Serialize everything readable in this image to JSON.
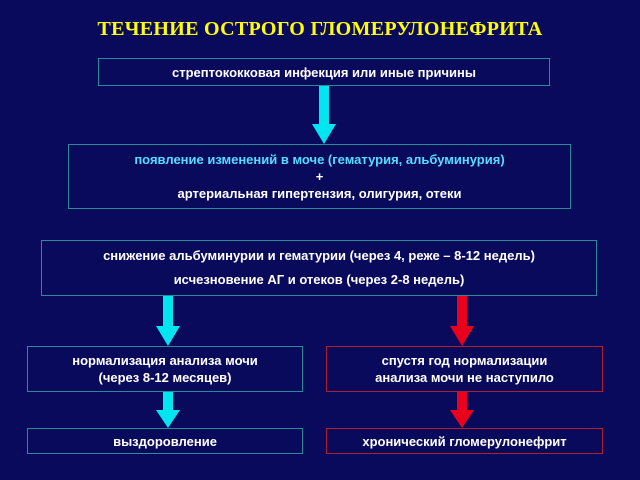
{
  "title": "ТЕЧЕНИЕ ОСТРОГО ГЛОМЕРУЛОНЕФРИТА",
  "colors": {
    "background": "#0a0a5c",
    "title": "#ffff00",
    "box_border": "#2a8a9a",
    "box_border_red": "#b0202c",
    "arrow_cyan": "#00e5f0",
    "arrow_red": "#e8001c"
  },
  "boxes": {
    "infection": {
      "lines": [
        "стрептококковая инфекция или иные причины"
      ]
    },
    "urine_changes": {
      "lines": [
        "появление изменений в моче (гематурия, альбуминурия)",
        "+",
        "артериальная гипертензия, олигурия, отеки"
      ]
    },
    "reduction": {
      "lines": [
        "снижение альбуминурии и гематурии (через 4, реже – 8-12 недель)",
        "исчезновение АГ и отеков (через 2-8 недель)"
      ]
    },
    "normalization": {
      "lines": [
        "нормализация анализа мочи",
        "(через 8-12 месяцев)"
      ]
    },
    "no_normalization": {
      "lines": [
        "спустя год нормализации",
        "анализа мочи не наступило"
      ]
    },
    "recovery": {
      "lines": [
        "выздоровление"
      ]
    },
    "chronic": {
      "lines": [
        "хронический гломерулонефрит"
      ]
    }
  }
}
